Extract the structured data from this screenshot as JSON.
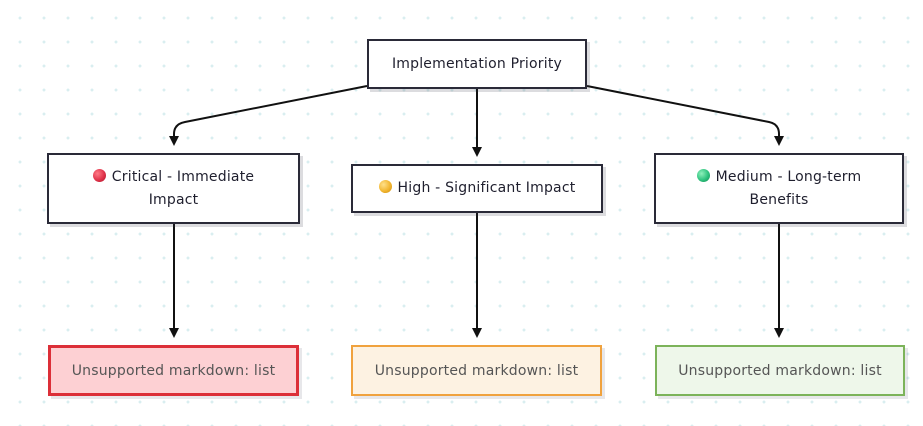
{
  "diagram": {
    "root": {
      "label": "Implementation Priority"
    },
    "branches": [
      {
        "id": "critical",
        "label_line1": "Critical - Immediate",
        "label_line2": "Impact",
        "dot_color": "#e0334a",
        "leaf_text": "Unsupported markdown: list",
        "leaf_fill": "#fdd0d3",
        "leaf_border": "#dc2f38"
      },
      {
        "id": "high",
        "label_line1": "High - Significant Impact",
        "label_line2": "",
        "dot_color": "#f2b630",
        "leaf_text": "Unsupported markdown: list",
        "leaf_fill": "#fdf2e2",
        "leaf_border": "#f0a23e"
      },
      {
        "id": "medium",
        "label_line1": "Medium - Long-term",
        "label_line2": "Benefits",
        "dot_color": "#2ec27e",
        "leaf_text": "Unsupported markdown: list",
        "leaf_fill": "#eef7ea",
        "leaf_border": "#7cb35a"
      }
    ]
  },
  "colors": {
    "node_border": "#2a2a38",
    "edge": "#111111",
    "grid_dot": "#d9eef0"
  }
}
